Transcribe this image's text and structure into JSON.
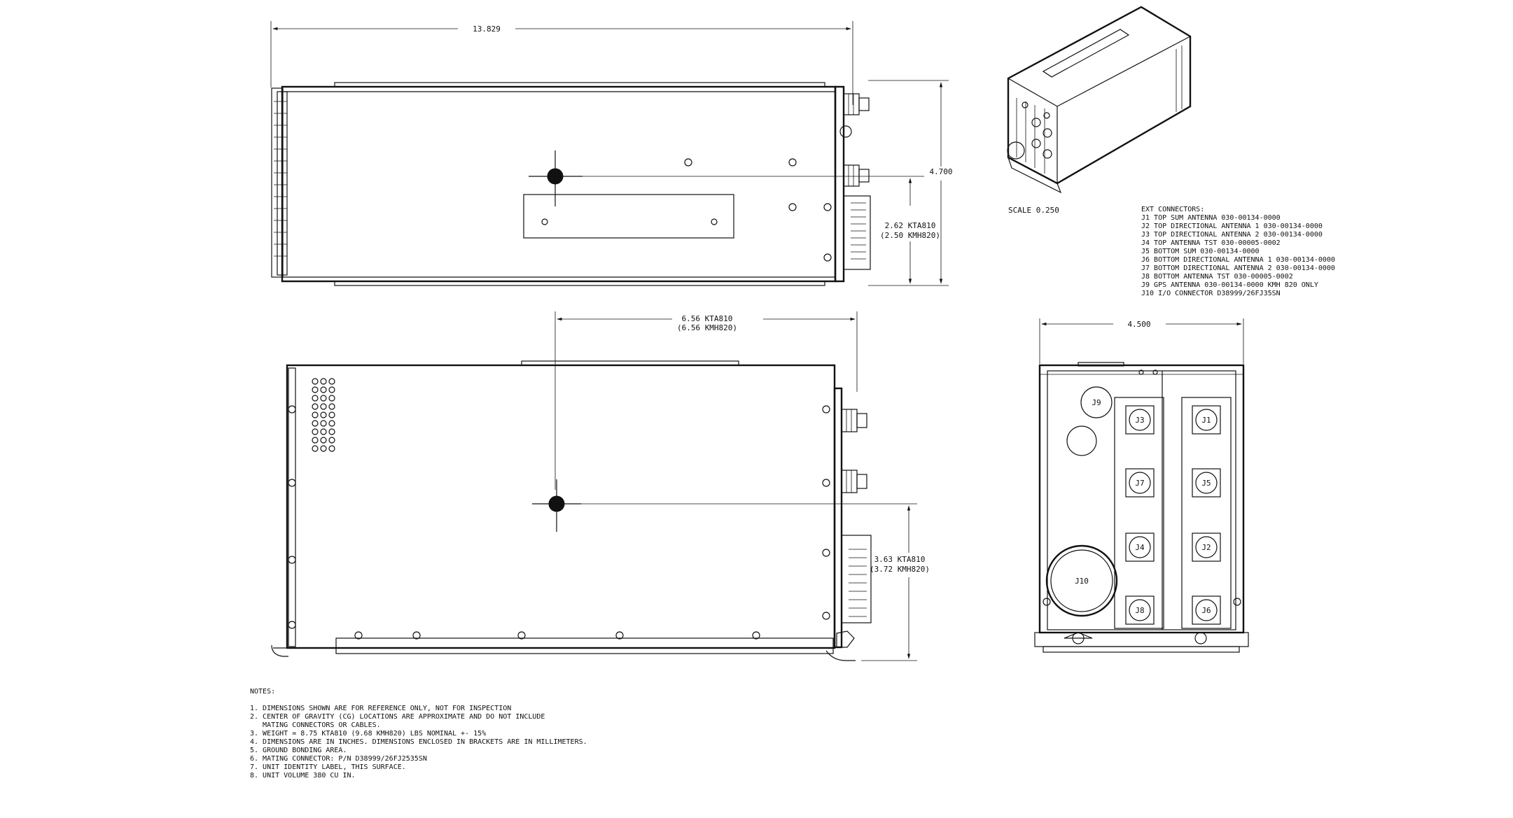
{
  "dimensions": {
    "overall_length": "13.829",
    "height": "4.700",
    "cg_top_line1": "2.62 KTA810",
    "cg_top_line2": "(2.50 KMH820)",
    "cg_side_line1": "6.56 KTA810",
    "cg_side_line2": "(6.56 KMH820)",
    "cg_lower_line1": "3.63 KTA810",
    "cg_lower_line2": "(3.72 KMH820)",
    "front_width": "4.500"
  },
  "scale_label": "SCALE  0.250",
  "connectors": {
    "heading": "EXT CONNECTORS:",
    "items": [
      "J1 TOP SUM ANTENNA 030-00134-0000",
      "J2 TOP DIRECTIONAL ANTENNA 1 030-00134-0000",
      "J3 TOP DIRECTIONAL ANTENNA 2 030-00134-0000",
      "J4 TOP ANTENNA TST 030-00005-0002",
      "J5 BOTTOM SUM 030-00134-0000",
      "J6 BOTTOM DIRECTIONAL ANTENNA 1 030-00134-0000",
      "J7 BOTTOM DIRECTIONAL ANTENNA 2 030-00134-0000",
      "J8 BOTTOM ANTENNA TST 030-00005-0002",
      "J9 GPS ANTENNA 030-00134-0000 KMH 820 ONLY",
      "J10 I/O CONNECTOR D38999/26FJ35SN"
    ]
  },
  "front_labels": [
    "J9",
    "J3",
    "J1",
    "J7",
    "J5",
    "J4",
    "J2",
    "J10",
    "J8",
    "J6"
  ],
  "notes": {
    "heading": "NOTES:",
    "items": [
      "1. DIMENSIONS SHOWN ARE FOR REFERENCE ONLY, NOT FOR INSPECTION",
      "2. CENTER OF GRAVITY (CG) LOCATIONS ARE APPROXIMATE AND DO NOT INCLUDE",
      "   MATING CONNECTORS OR CABLES.",
      "3. WEIGHT = 8.75 KTA810 (9.68 KMH820) LBS NOMINAL +- 15%",
      "4. DIMENSIONS ARE IN INCHES. DIMENSIONS ENCLOSED IN BRACKETS ARE IN MILLIMETERS.",
      "5. GROUND BONDING AREA.",
      "6. MATING CONNECTOR: P/N D38999/26FJ2535SN",
      "7. UNIT IDENTITY LABEL, THIS SURFACE.",
      "8. UNIT VOLUME 380 CU IN."
    ]
  }
}
